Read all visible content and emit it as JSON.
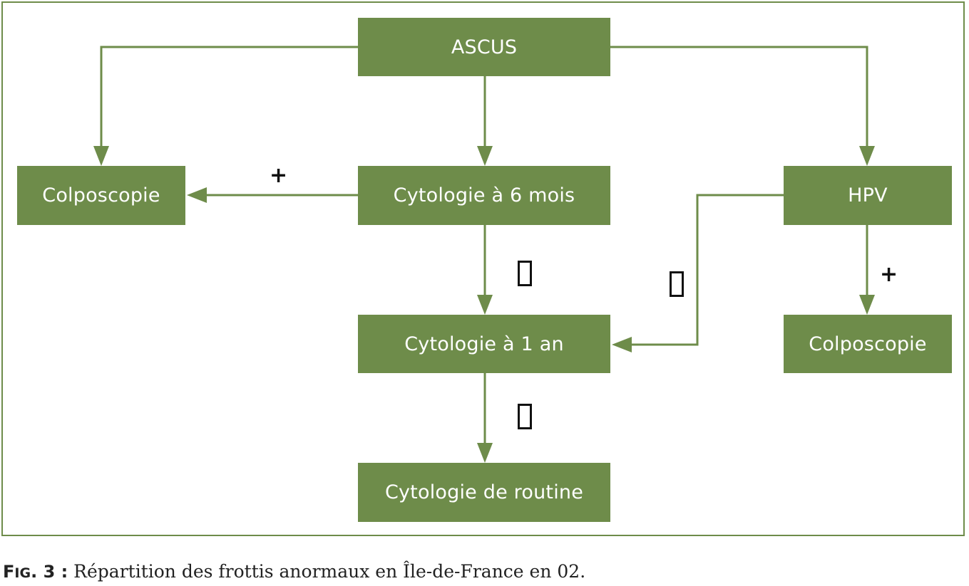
{
  "diagram": {
    "nodes": {
      "ascus": "ASCUS",
      "colposcopie_left": "Colposcopie",
      "cytologie_6_mois": "Cytologie à 6 mois",
      "hpv": "HPV",
      "cytologie_1_an": "Cytologie à 1 an",
      "colposcopie_right": "Colposcopie",
      "cytologie_routine": "Cytologie de routine"
    },
    "edge_labels": {
      "cyto6_to_colpo": "+",
      "hpv_to_colpo": "+"
    },
    "colors": {
      "box": "#6e8c4a",
      "line": "#6e8c4a",
      "box_text": "#ffffff",
      "label_text": "#111111"
    }
  },
  "caption": {
    "fig_label_prefix": "F",
    "fig_label_smallcaps": "IG",
    "fig_number": "3 :",
    "text": "Répartition des frottis anormaux en Île-de-France en 02."
  }
}
